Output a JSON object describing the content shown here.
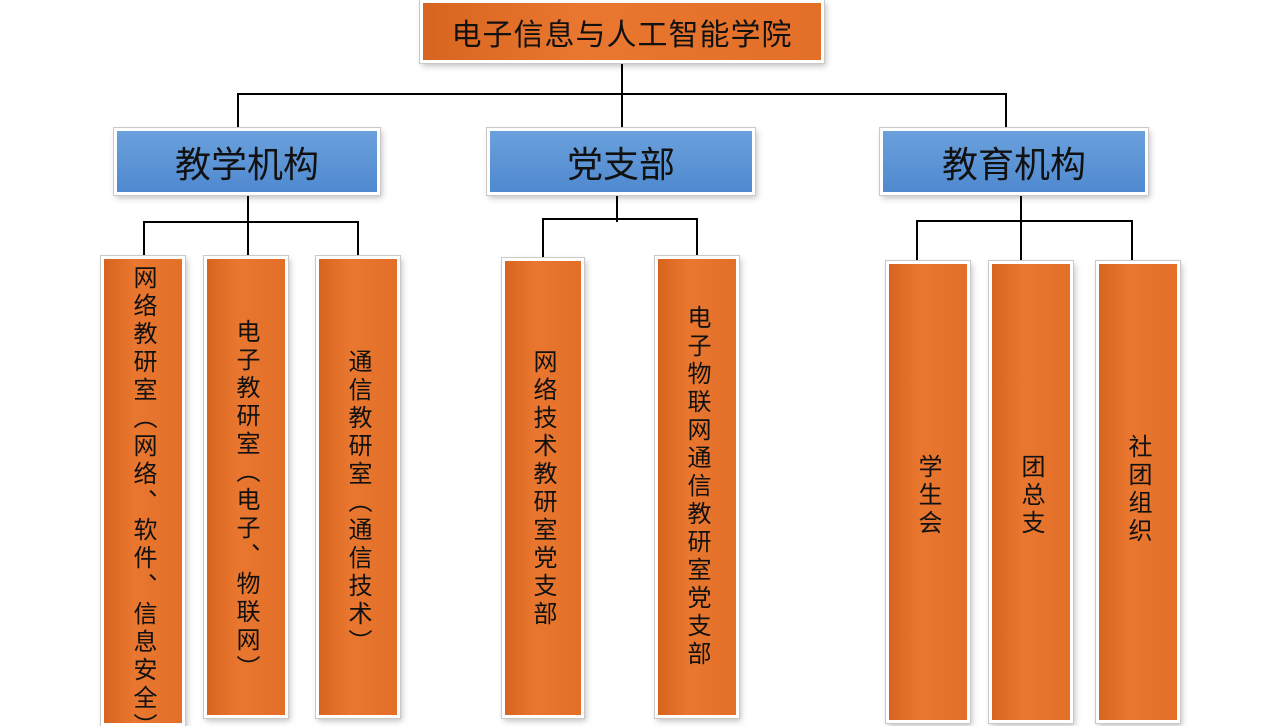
{
  "root": {
    "label": "电子信息与人工智能学院"
  },
  "categories": [
    {
      "label": "教学机构",
      "children": [
        "网络教研室（网络、软件、信息安全）",
        "电子教研室（电子、物联网）",
        "通信教研室（通信技术）"
      ]
    },
    {
      "label": "党支部",
      "children": [
        "网络技术教研室党支部",
        "电子物联网通信教研室党支部"
      ]
    },
    {
      "label": "教育机构",
      "children": [
        "学生会",
        "团总支",
        "社团组织"
      ]
    }
  ]
}
